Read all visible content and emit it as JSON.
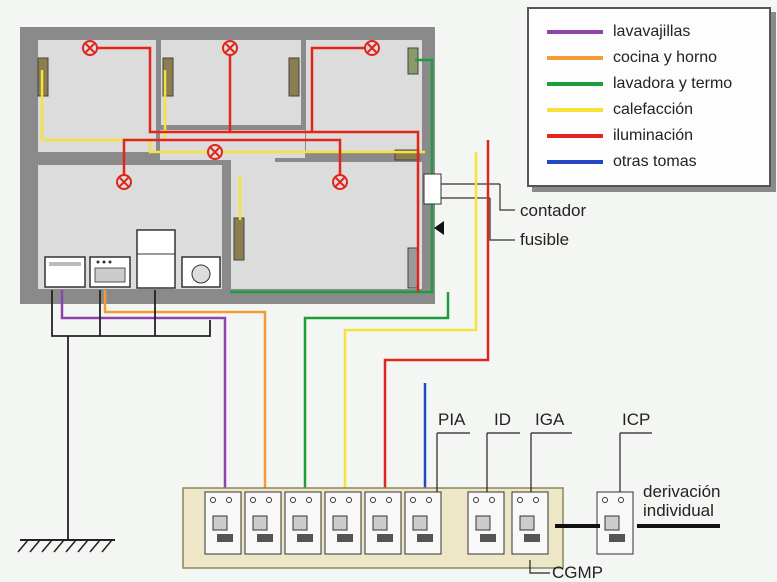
{
  "legend": {
    "items": [
      {
        "label": "lavavajillas",
        "color": "#8e44ad"
      },
      {
        "label": "cocina y horno",
        "color": "#f39c34"
      },
      {
        "label": "lavadora y termo",
        "color": "#1e9e3a"
      },
      {
        "label": "calefacción",
        "color": "#f5e23a"
      },
      {
        "label": "iluminación",
        "color": "#e0261c"
      },
      {
        "label": "otras tomas",
        "color": "#2447c8"
      }
    ]
  },
  "labels": {
    "contador": "contador",
    "fusible": "fusible",
    "pia": "PIA",
    "id": "ID",
    "iga": "IGA",
    "icp": "ICP",
    "derivacion_line1": "derivación",
    "derivacion_line2": "individual",
    "cgmp": "CGMP"
  }
}
